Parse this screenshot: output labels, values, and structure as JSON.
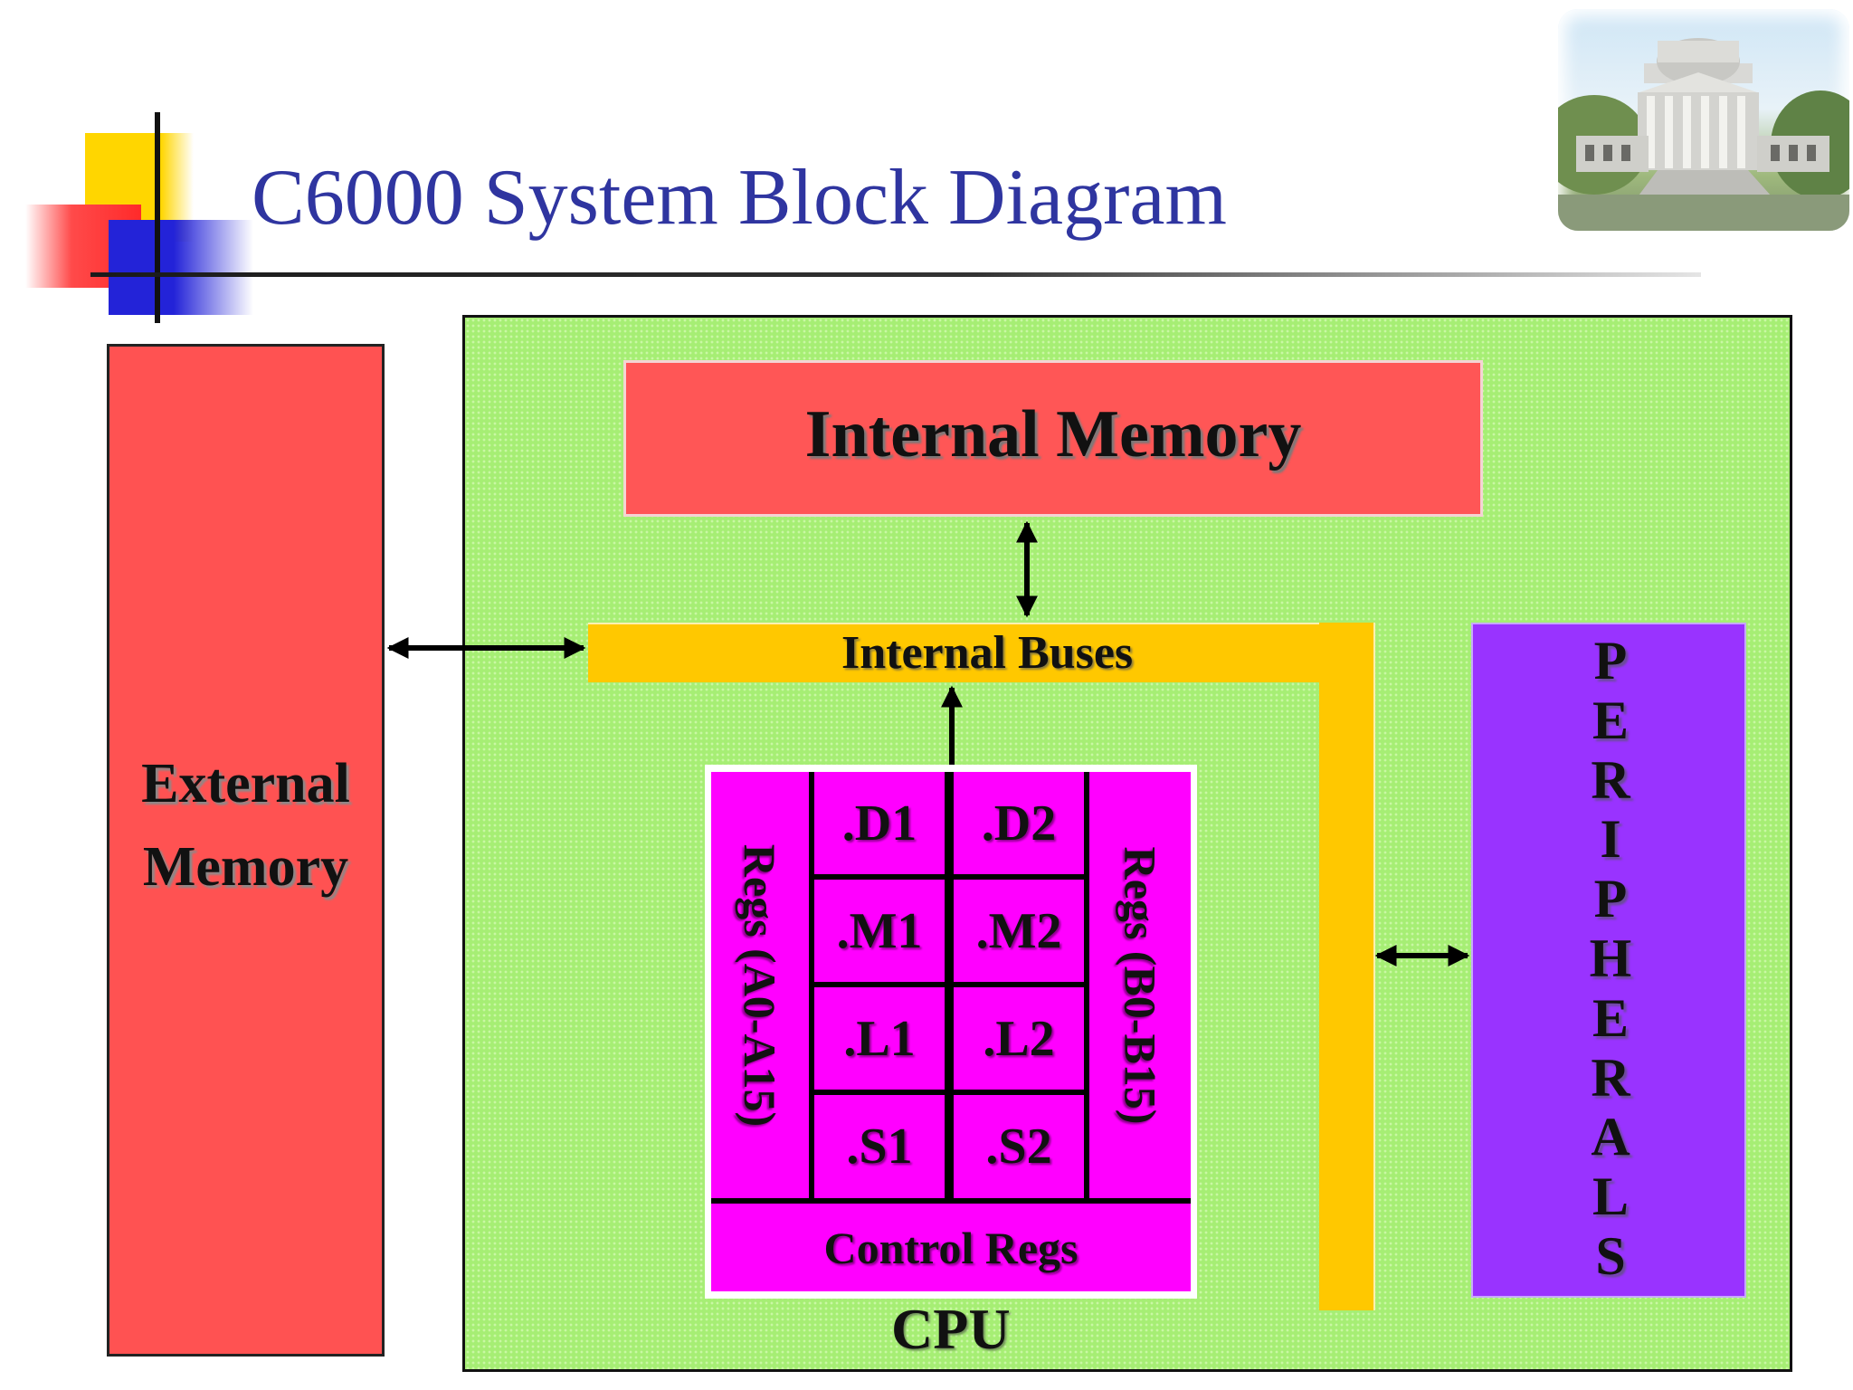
{
  "slide": {
    "title": "C6000 System Block Diagram",
    "photo_icon": "building-photo"
  },
  "diagram": {
    "external_memory": "External\nMemory",
    "internal_memory": "Internal Memory",
    "internal_buses": "Internal Buses",
    "peripherals_letters": [
      "P",
      "E",
      "R",
      "I",
      "P",
      "H",
      "E",
      "R",
      "A",
      "L",
      "S"
    ],
    "cpu": {
      "label": "CPU",
      "regs_a": "Regs (A0-A15)",
      "regs_b": "Regs (B0-B15)",
      "units_left": [
        ".D1",
        ".M1",
        ".L1",
        ".S1"
      ],
      "units_right": [
        ".D2",
        ".M2",
        ".L2",
        ".S2"
      ],
      "control_regs": "Control Regs"
    },
    "colors": {
      "chip": "#a6ee74",
      "memory": "#ff5252",
      "bus": "#ffc800",
      "peripherals": "#9933ff",
      "cpu": "#ff00ff",
      "title": "#2f35a0"
    }
  }
}
